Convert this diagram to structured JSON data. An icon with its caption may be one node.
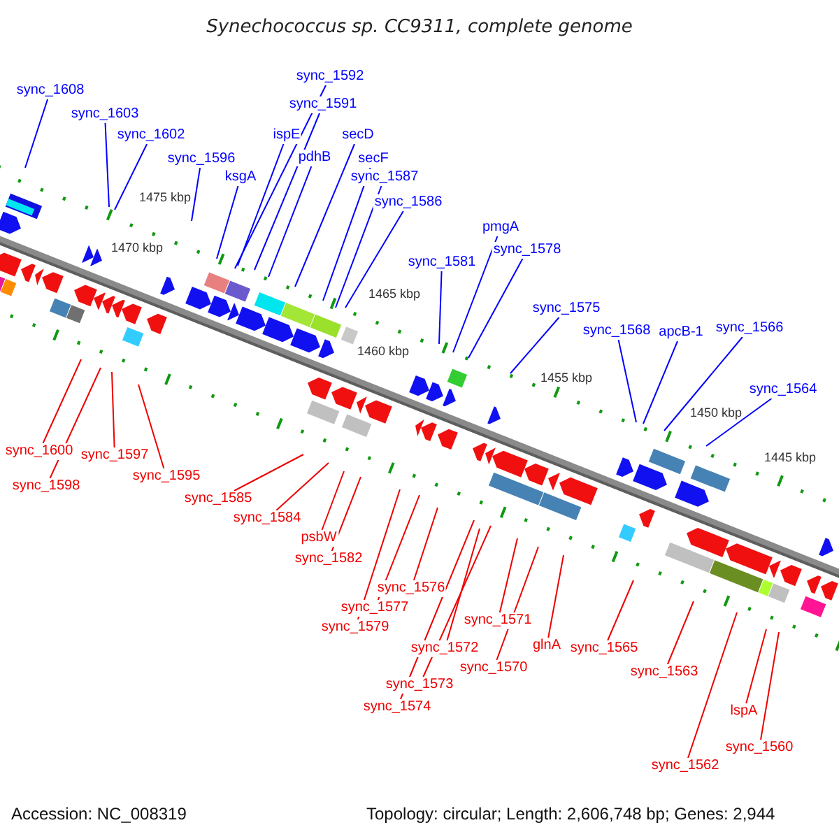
{
  "diagram": {
    "title": "Synechococcus sp. CC9311, complete genome",
    "nodes": [
      {
        "text": [
          "sync_1608"
        ]
      },
      {
        "text": [
          "sync_1603"
        ]
      },
      {
        "text": [
          "sync_1602"
        ]
      },
      {
        "text": [
          "sync_1596"
        ]
      },
      {
        "text": [
          "ksgA"
        ]
      },
      {
        "text": [
          "sync_1592"
        ]
      },
      {
        "text": [
          "sync_1591"
        ]
      },
      {
        "text": [
          "ispE"
        ]
      },
      {
        "text": [
          "pdhB"
        ]
      },
      {
        "text": [
          "secD"
        ]
      },
      {
        "text": [
          "secF"
        ]
      },
      {
        "text": [
          "sync_1587"
        ]
      },
      {
        "text": [
          "sync_1586"
        ]
      },
      {
        "text": [
          "sync_1581"
        ]
      },
      {
        "text": [
          "pmgA"
        ]
      },
      {
        "text": [
          "sync_1578"
        ]
      },
      {
        "text": [
          "sync_1575"
        ]
      },
      {
        "text": [
          "sync_1568"
        ]
      },
      {
        "text": [
          "apcB-1"
        ]
      },
      {
        "text": [
          "sync_1566"
        ]
      },
      {
        "text": [
          "sync_1564"
        ]
      },
      {
        "text": [
          "sync_1600"
        ]
      },
      {
        "text": [
          "sync_1598"
        ]
      },
      {
        "text": [
          "sync_1597"
        ]
      },
      {
        "text": [
          "sync_1595"
        ]
      },
      {
        "text": [
          "sync_1585"
        ]
      },
      {
        "text": [
          "sync_1584"
        ]
      },
      {
        "text": [
          "psbW"
        ]
      },
      {
        "text": [
          "sync_1582"
        ]
      },
      {
        "text": [
          "sync_1576"
        ]
      },
      {
        "text": [
          "sync_1577"
        ]
      },
      {
        "text": [
          "sync_1579"
        ]
      },
      {
        "text": [
          "sync_1571"
        ]
      },
      {
        "text": [
          "sync_1572"
        ]
      },
      {
        "text": [
          "glnA"
        ]
      },
      {
        "text": [
          "sync_1570"
        ]
      },
      {
        "text": [
          "sync_1565"
        ]
      },
      {
        "text": [
          "sync_1563"
        ]
      },
      {
        "text": [
          "sync_1573"
        ]
      },
      {
        "text": [
          "sync_1574"
        ]
      },
      {
        "text": [
          "lspA"
        ]
      },
      {
        "text": [
          "sync_1560"
        ]
      },
      {
        "text": [
          "sync_1562"
        ]
      }
    ],
    "edges": [
      {
        "from": 0,
        "to": null,
        "arrow": "none",
        "color": "#0000ff"
      },
      {
        "from": 1,
        "to": null,
        "arrow": "none",
        "color": "#0000ff"
      },
      {
        "from": 2,
        "to": null,
        "arrow": "none",
        "color": "#0000ff"
      },
      {
        "from": 3,
        "to": null,
        "arrow": "none",
        "color": "#0000ff"
      },
      {
        "from": 4,
        "to": null,
        "arrow": "none",
        "color": "#0000ff"
      },
      {
        "from": 5,
        "to": null,
        "arrow": "none",
        "color": "#0000ff"
      },
      {
        "from": 6,
        "to": null,
        "arrow": "none",
        "color": "#0000ff"
      },
      {
        "from": 7,
        "to": null,
        "arrow": "none",
        "color": "#0000ff"
      },
      {
        "from": 8,
        "to": null,
        "arrow": "none",
        "color": "#0000ff"
      },
      {
        "from": 9,
        "to": null,
        "arrow": "none",
        "color": "#0000ff"
      },
      {
        "from": 10,
        "to": null,
        "arrow": "none",
        "color": "#0000ff"
      },
      {
        "from": 11,
        "to": null,
        "arrow": "none",
        "color": "#0000ff"
      },
      {
        "from": 12,
        "to": null,
        "arrow": "none",
        "color": "#0000ff"
      },
      {
        "from": 13,
        "to": null,
        "arrow": "none",
        "color": "#0000ff"
      },
      {
        "from": 14,
        "to": null,
        "arrow": "none",
        "color": "#0000ff"
      },
      {
        "from": 15,
        "to": null,
        "arrow": "none",
        "color": "#0000ff"
      },
      {
        "from": 16,
        "to": null,
        "arrow": "none",
        "color": "#0000ff"
      },
      {
        "from": 17,
        "to": null,
        "arrow": "none",
        "color": "#0000ff"
      },
      {
        "from": 18,
        "to": null,
        "arrow": "none",
        "color": "#0000ff"
      },
      {
        "from": 19,
        "to": null,
        "arrow": "none",
        "color": "#0000ff"
      },
      {
        "from": 20,
        "to": null,
        "arrow": "none",
        "color": "#0000ff"
      },
      {
        "from": 21,
        "to": null,
        "arrow": "none"
      },
      {
        "from": 22,
        "to": null,
        "arrow": "none"
      },
      {
        "from": 23,
        "to": null,
        "arrow": "none"
      },
      {
        "from": 24,
        "to": null,
        "arrow": "none"
      },
      {
        "from": 25,
        "to": null,
        "arrow": "none"
      },
      {
        "from": 26,
        "to": null,
        "arrow": "none"
      },
      {
        "from": 27,
        "to": null,
        "arrow": "none"
      },
      {
        "from": 28,
        "to": null,
        "arrow": "none"
      },
      {
        "from": 29,
        "to": null,
        "arrow": "none"
      },
      {
        "from": 30,
        "to": null,
        "arrow": "none"
      },
      {
        "from": 31,
        "to": null,
        "arrow": "none"
      },
      {
        "from": 32,
        "to": null,
        "arrow": "none"
      },
      {
        "from": 33,
        "to": null,
        "arrow": "none"
      },
      {
        "from": 34,
        "to": null,
        "arrow": "none"
      },
      {
        "from": 35,
        "to": null,
        "arrow": "none"
      },
      {
        "from": 36,
        "to": null,
        "arrow": "none"
      },
      {
        "from": 37,
        "to": null,
        "arrow": "none"
      },
      {
        "from": 38,
        "to": null,
        "arrow": "none"
      },
      {
        "from": 39,
        "to": null,
        "arrow": "none"
      },
      {
        "from": 40,
        "to": null,
        "arrow": "none"
      },
      {
        "from": 41,
        "to": null,
        "arrow": "none"
      },
      {
        "from": 42,
        "to": null,
        "arrow": "none"
      }
    ],
    "labels": [
      "1475 kbp",
      "1470 kbp",
      "1465 kbp",
      "1460 kbp",
      "1455 kbp",
      "1450 kbp",
      "1445 kbp",
      "Accession: NC_008319",
      "Topology: circular; Length: 2,606,748 bp; Genes: 2,944"
    ]
  }
}
